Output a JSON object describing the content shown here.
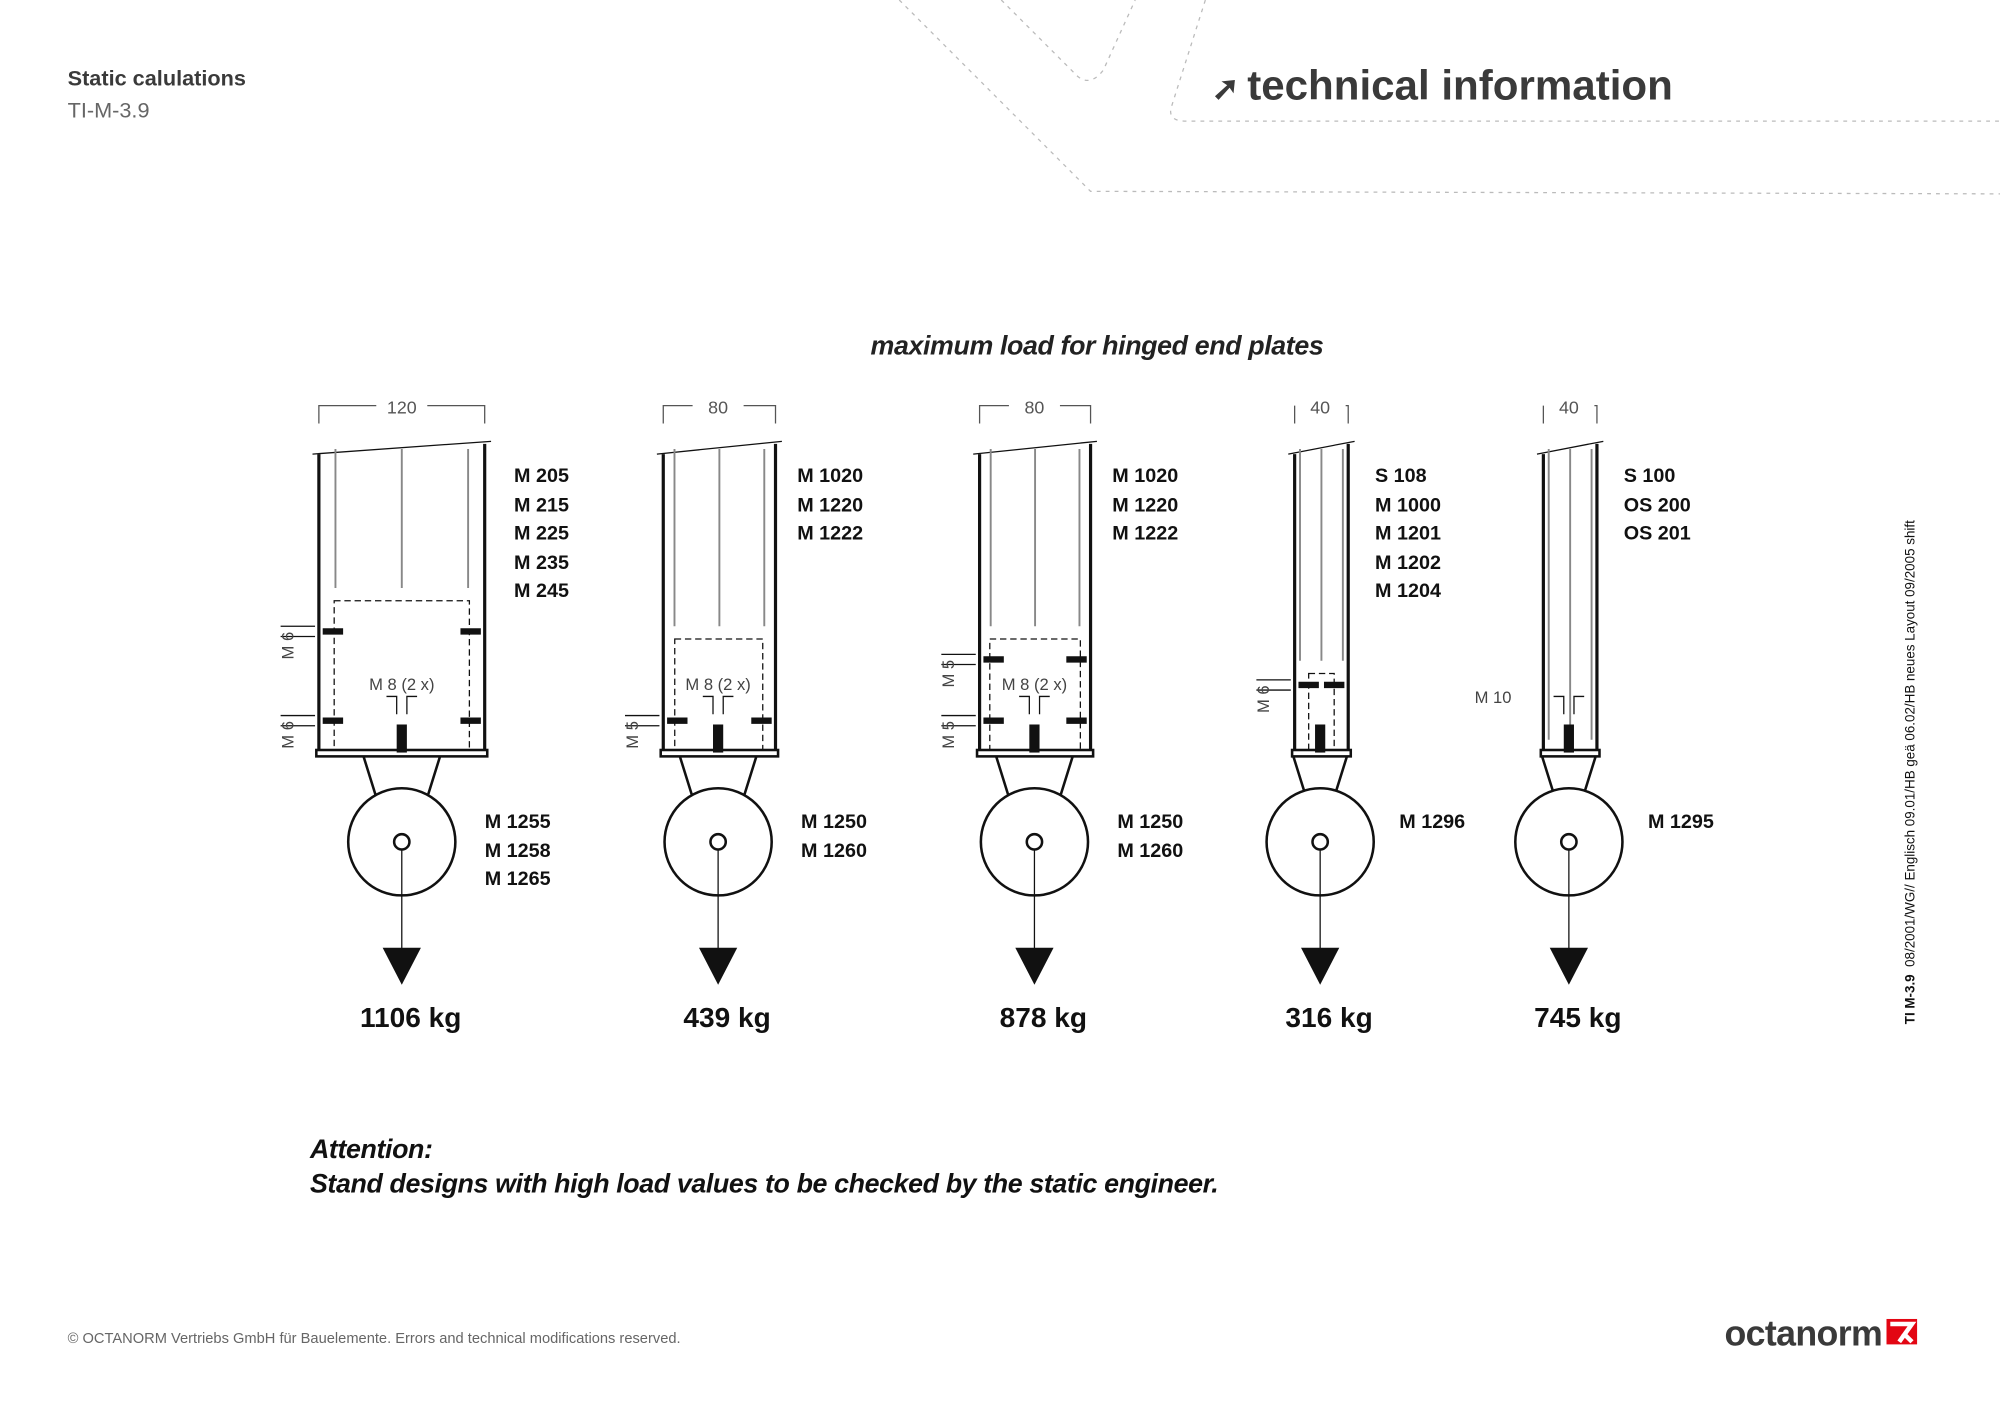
{
  "header": {
    "title": "Static calulations",
    "code": "TI-M-3.9",
    "section": "technical information"
  },
  "subtitle": "maximum load for hinged end plates",
  "columns": [
    {
      "width_label": "120",
      "profiles": [
        "M 205",
        "M 215",
        "M 225",
        "M 235",
        "M 245"
      ],
      "end_plates": [
        "M 1255",
        "M 1258",
        "M 1265"
      ],
      "screws": [
        "M 6",
        "M 6"
      ],
      "center_screw": "M 8 (2 x)",
      "load": "1106 kg"
    },
    {
      "width_label": "80",
      "profiles": [
        "M 1020",
        "M 1220",
        "M 1222"
      ],
      "end_plates": [
        "M 1250",
        "M 1260"
      ],
      "screws": [
        "M 5"
      ],
      "center_screw": "M 8 (2 x)",
      "load": "439 kg"
    },
    {
      "width_label": "80",
      "profiles": [
        "M 1020",
        "M 1220",
        "M 1222"
      ],
      "end_plates": [
        "M 1250",
        "M 1260"
      ],
      "screws": [
        "M 5",
        "M 5"
      ],
      "center_screw": "M 8 (2 x)",
      "load": "878 kg"
    },
    {
      "width_label": "40",
      "profiles": [
        "S 108",
        "M 1000",
        "M 1201",
        "M 1202",
        "M 1204"
      ],
      "end_plates": [
        "M 1296"
      ],
      "screws": [
        "M 6"
      ],
      "center_screw": "",
      "load": "316 kg"
    },
    {
      "width_label": "40",
      "profiles": [
        "S 100",
        "OS 200",
        "OS 201"
      ],
      "end_plates": [
        "M 1295"
      ],
      "screws": [],
      "center_screw": "M 10",
      "load": "745 kg"
    }
  ],
  "attention": {
    "title": "Attention:",
    "text": "Stand designs with high load values to be checked by the static engineer."
  },
  "footer": {
    "copyright": "© OCTANORM Vertriebs GmbH für Bauelemente. Errors and technical modifications reserved.",
    "logo": "octanorm"
  },
  "side_note": {
    "code": "TI M-3.9",
    "text": "08/2001/WG// Englisch 09.01/HB geä 06.02/HB neues Layout 09/2005 shift"
  },
  "colors": {
    "text": "#3a3a3a",
    "brand_red": "#e30613"
  }
}
